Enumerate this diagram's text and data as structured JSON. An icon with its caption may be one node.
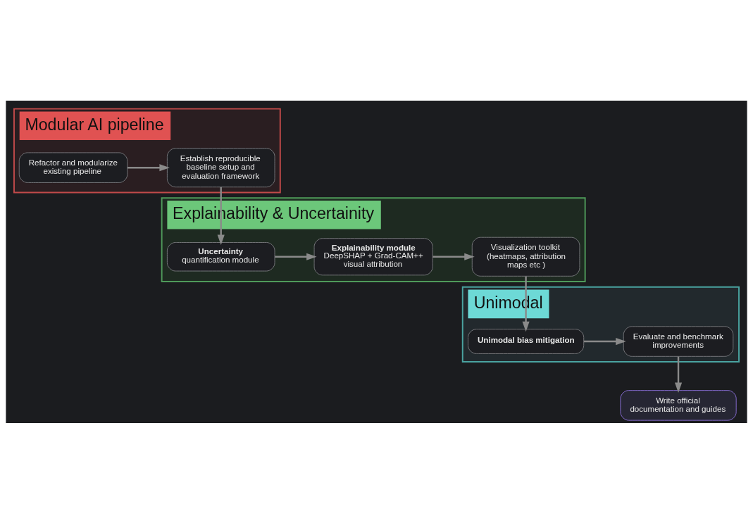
{
  "diagram": {
    "nodes": [
      {
        "text": [
          "Modular AI pipeline"
        ]
      },
      {
        "text": [
          "Refactor and modularize existing pipeline"
        ],
        "in": 0
      },
      {
        "text": [
          "Establish reproducible baseline setup and evaluation framework"
        ],
        "in": 0
      },
      {
        "text": [
          "Explainability & Uncertainity"
        ]
      },
      {
        "text": [
          "Visualization toolkit (heatmaps, attribution maps etc )"
        ],
        "in": 3
      },
      {
        "text": [
          "Explainability module",
          "DeepSHAP + Grad-CAM++ visual attribution"
        ],
        "in": 3
      },
      {
        "text": [
          "Uncertainty",
          "quantification module"
        ],
        "in": 3
      },
      {
        "text": [
          "Unimodal"
        ]
      },
      {
        "text": [
          "Unimodal bias mitigation"
        ],
        "in": 7
      },
      {
        "text": [
          "Evaluate and benchmark improvements"
        ],
        "in": 7
      },
      {
        "text": [
          "Write official documentation and guides"
        ]
      }
    ],
    "edges": [
      {
        "from": 1,
        "to": 2,
        "arrow": "to"
      },
      {
        "from": 2,
        "to": 6,
        "arrow": "to"
      },
      {
        "from": 6,
        "to": 5,
        "arrow": "to"
      },
      {
        "from": 5,
        "to": 4,
        "arrow": "to"
      },
      {
        "from": 4,
        "to": 8,
        "arrow": "to"
      },
      {
        "from": 8,
        "to": 9,
        "arrow": "to"
      },
      {
        "from": 9,
        "to": 10,
        "arrow": "to"
      }
    ]
  }
}
